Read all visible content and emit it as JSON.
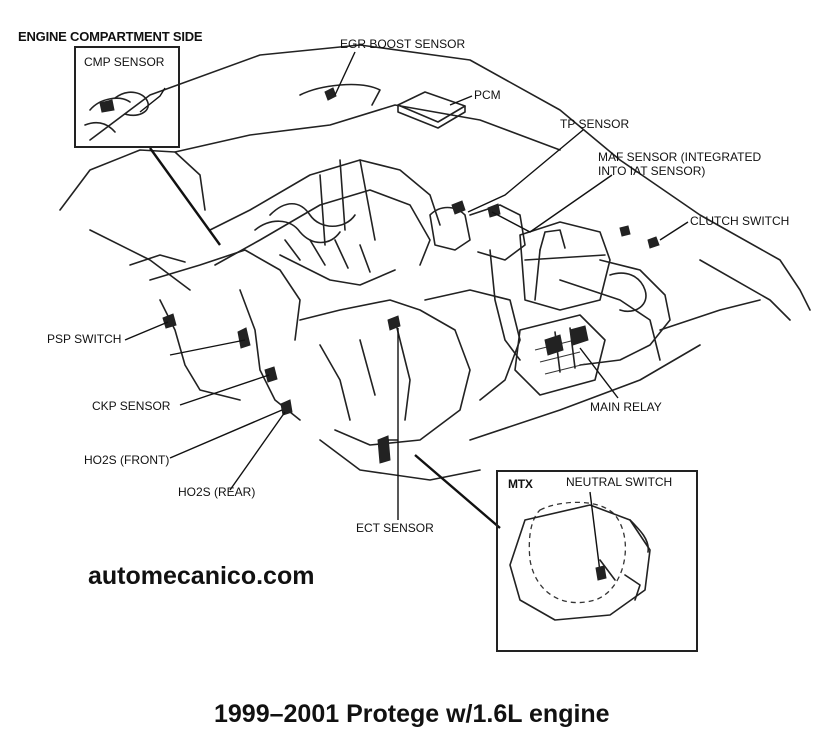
{
  "diagram": {
    "header": "ENGINE COMPARTMENT SIDE",
    "labels": {
      "cmp_sensor": "CMP SENSOR",
      "egr_boost_sensor": "EGR BOOST SENSOR",
      "pcm": "PCM",
      "tp_sensor": "TP SENSOR",
      "maf_sensor_line1": "MAF SENSOR (INTEGRATED",
      "maf_sensor_line2": "INTO IAT SENSOR)",
      "clutch_switch": "CLUTCH SWITCH",
      "psp_switch": "PSP SWITCH",
      "ckp_sensor": "CKP SENSOR",
      "ho2s_front": "HO2S (FRONT)",
      "ho2s_rear": "HO2S (REAR)",
      "ect_sensor": "ECT SENSOR",
      "main_relay": "MAIN RELAY",
      "mtx": "MTX",
      "neutral_switch": "NEUTRAL SWITCH"
    },
    "watermark": "automecanico.com",
    "caption": "1999–2001 Protege w/1.6L engine"
  }
}
